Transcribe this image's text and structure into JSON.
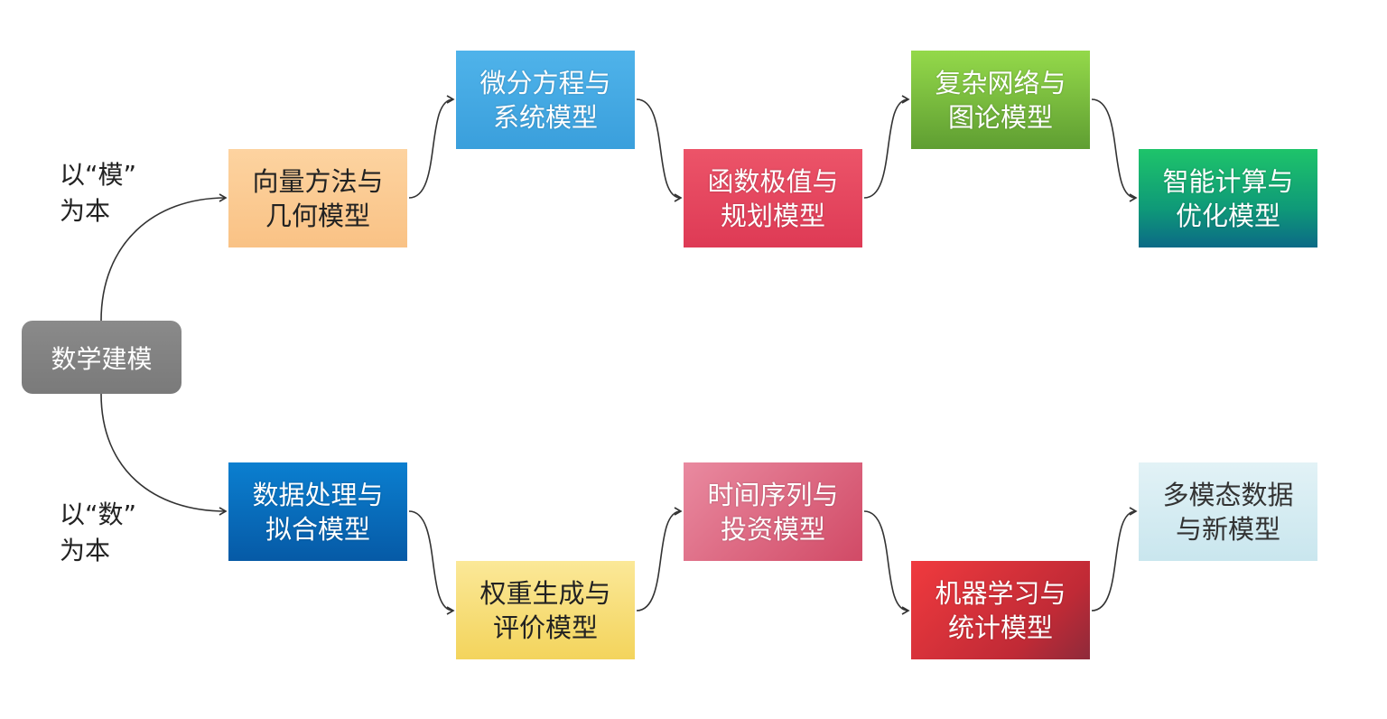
{
  "root": {
    "label": "数学建模"
  },
  "branches": [
    {
      "label_line1": "以“模”",
      "label_line2": "为本"
    },
    {
      "label_line1": "以“数”",
      "label_line2": "为本"
    }
  ],
  "top_nodes": [
    {
      "line1": "向量方法与",
      "line2": "几何模型",
      "color": "#fcc98d"
    },
    {
      "line1": "微分方程与",
      "line2": "系统模型",
      "color": "#3fa7e3"
    },
    {
      "line1": "函数极值与",
      "line2": "规划模型",
      "color": "#e7485f"
    },
    {
      "line1": "复杂网络与",
      "line2": "图论模型",
      "color": "#7cc241"
    },
    {
      "line1": "智能计算与",
      "line2": "优化模型",
      "color": "#0e9a7a"
    }
  ],
  "bottom_nodes": [
    {
      "line1": "数据处理与",
      "line2": "拟合模型",
      "color": "#0a6cc0"
    },
    {
      "line1": "权重生成与",
      "line2": "评价模型",
      "color": "#f8e07a"
    },
    {
      "line1": "时间序列与",
      "line2": "投资模型",
      "color": "#e06a85"
    },
    {
      "line1": "机器学习与",
      "line2": "统计模型",
      "color": "#e0303a"
    },
    {
      "line1": "多模态数据",
      "line2": "与新模型",
      "color": "#d4ecf2"
    }
  ]
}
